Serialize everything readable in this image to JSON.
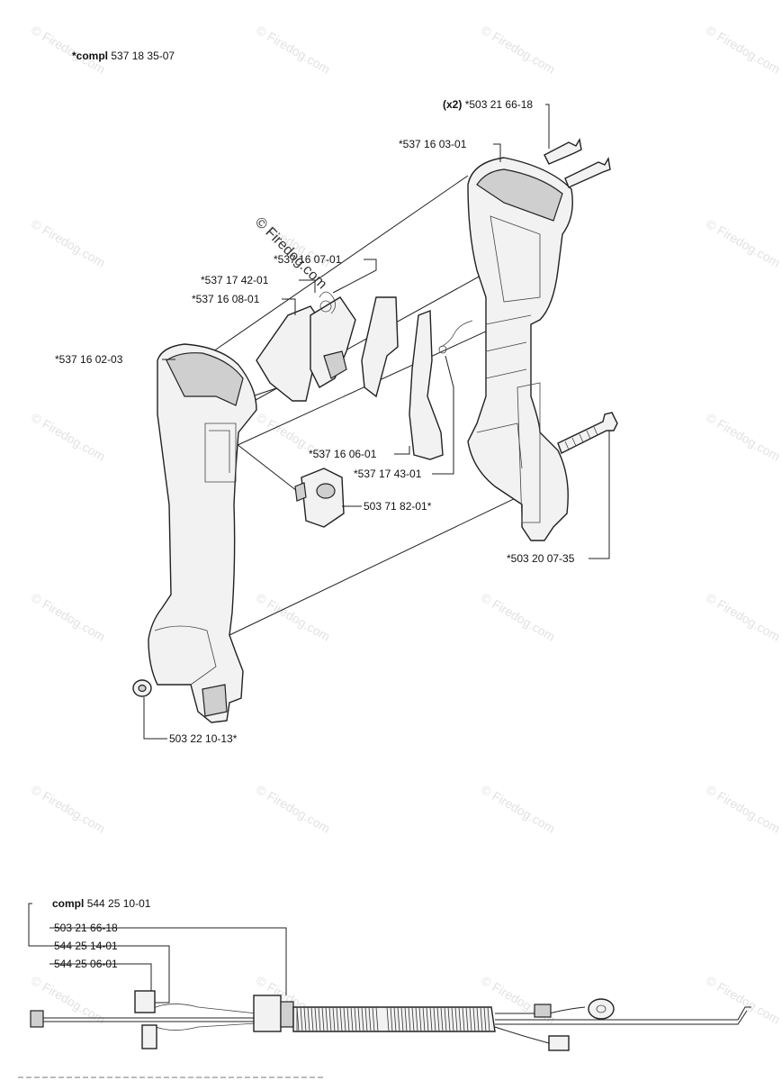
{
  "top_assembly": {
    "prefix": "*compl",
    "number": "537 18 35-07"
  },
  "labels": [
    {
      "id": "screws",
      "qty": "(x2)",
      "text": "*503 21 66-18"
    },
    {
      "id": "right-half",
      "text": "*537 16 03-01"
    },
    {
      "id": "spring-1",
      "text": "*537 16 07-01"
    },
    {
      "id": "spring-2",
      "text": "*537 17 42-01"
    },
    {
      "id": "throttle",
      "text": "*537 16 08-01"
    },
    {
      "id": "left-half",
      "text": "*537 16 02-03"
    },
    {
      "id": "lockout",
      "text": "*537 16 06-01"
    },
    {
      "id": "spring-3",
      "text": "*537 17 43-01"
    },
    {
      "id": "switch",
      "text": "503 71 82-01*"
    },
    {
      "id": "bolt",
      "text": "*503 20 07-35"
    },
    {
      "id": "nut",
      "text": "503 22 10-13*"
    }
  ],
  "bottom_assembly": {
    "prefix": "compl",
    "number": "544 25 10-01",
    "items": [
      "503 21 66-18",
      "544 25 14-01",
      "544 25 06-01"
    ]
  },
  "watermark": {
    "text": "© Firedog.com",
    "center_text": "© Firedog.com"
  }
}
